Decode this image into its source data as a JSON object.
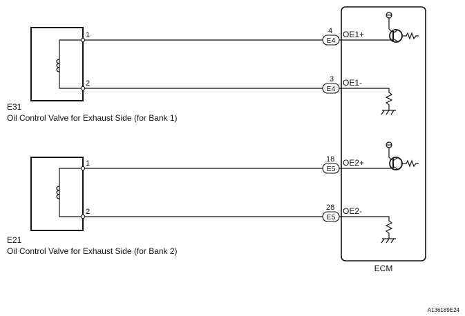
{
  "components": {
    "valve1": {
      "id": "E31",
      "name": "Oil Control Valve for Exhaust Side (for Bank 1)",
      "pins": [
        "1",
        "2"
      ]
    },
    "valve2": {
      "id": "E21",
      "name": "Oil Control Valve for Exhaust Side (for Bank 2)",
      "pins": [
        "1",
        "2"
      ]
    },
    "ecm": {
      "label": "ECM",
      "terminals": [
        {
          "pin": "4",
          "connector": "E4",
          "signal": "OE1+"
        },
        {
          "pin": "3",
          "connector": "E4",
          "signal": "OE1-"
        },
        {
          "pin": "18",
          "connector": "E5",
          "signal": "OE2+"
        },
        {
          "pin": "28",
          "connector": "E5",
          "signal": "OE2-"
        }
      ]
    }
  },
  "figure_code": "A136189E24"
}
